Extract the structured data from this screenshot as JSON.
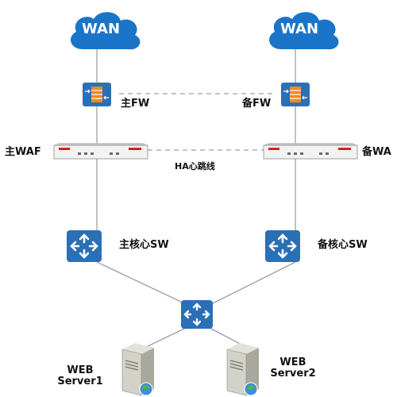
{
  "nodes": {
    "wan_left": {
      "label": "WAN"
    },
    "wan_right": {
      "label": "WAN"
    },
    "fw_primary": {
      "label": "主FW"
    },
    "fw_backup": {
      "label": "备FW"
    },
    "waf_primary": {
      "label": "主WAF"
    },
    "waf_backup": {
      "label": "备WA"
    },
    "heartbeat": {
      "label": "HA心跳线"
    },
    "core_sw_primary": {
      "label": "主核心SW"
    },
    "core_sw_backup": {
      "label": "备核心SW"
    },
    "server1": {
      "label_line1": "WEB",
      "label_line2": "Server1"
    },
    "server2": {
      "label_line1": "WEB",
      "label_line2": "Server2"
    }
  },
  "colors": {
    "cloud": "#1a75c8",
    "device_blue": "#2b6fb4",
    "firewall_orange": "#f08a24",
    "line": "#9aa0a6",
    "waf_body": "#f2f2f2",
    "waf_red": "#d02020"
  },
  "icons": {
    "wan": "cloud-icon",
    "firewall": "firewall-icon",
    "waf": "waf-appliance-icon",
    "core_switch": "core-switch-icon",
    "access_switch": "access-switch-icon",
    "server": "server-icon"
  }
}
